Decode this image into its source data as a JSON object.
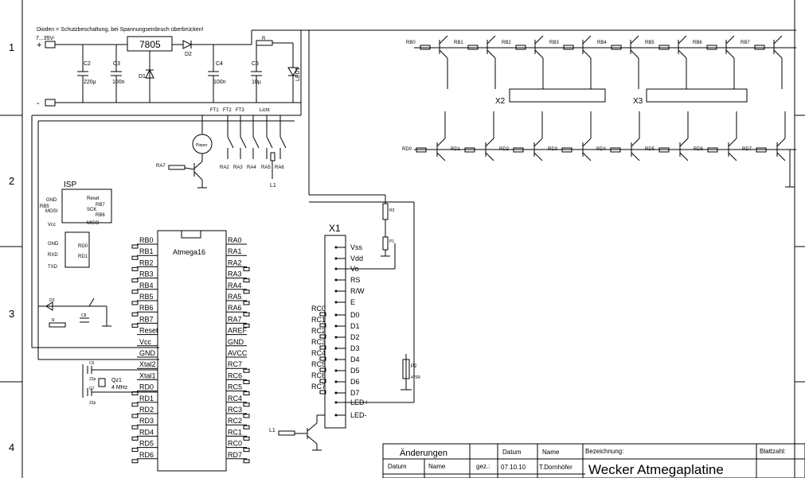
{
  "note": "Dioden = Schutzbeschaltung, bei Spannungseinbruch überbrücken!",
  "rows": [
    "1",
    "2",
    "3",
    "4"
  ],
  "power": {
    "vin": "7...35V-",
    "plus": "+",
    "minus": "-",
    "regulator": "7805",
    "d1": "D1",
    "d2": "D2",
    "c2": "C2",
    "c2v": "220µ",
    "c3": "C3",
    "c3v": "100n",
    "c4": "C4",
    "c4v": "100n",
    "c5": "C5",
    "c5v": "10µ",
    "r": "R",
    "led1": "LED1"
  },
  "switches": {
    "ft": [
      "FT1",
      "FT2",
      "FT3"
    ],
    "licht": "Licht",
    "ra": [
      "RA2",
      "RA3",
      "RA4",
      "RA5",
      "RA6"
    ],
    "ra7": "RA7",
    "l1": "L1",
    "pieper": "Pieper"
  },
  "isp": {
    "title": "ISP",
    "pins": [
      "GND",
      "RB5",
      "MOSI",
      "Vcc",
      "Reset",
      "SCK",
      "RB7",
      "RB6",
      "MISO"
    ]
  },
  "serial": {
    "pins": [
      "GND",
      "RXD",
      "TXD",
      "RD0",
      "RD1"
    ]
  },
  "reset": {
    "c": "C8",
    "r": "R",
    "d": "D3"
  },
  "mcu": {
    "name": "Atmega16",
    "left": [
      "RB0",
      "RB1",
      "RB2",
      "RB3",
      "RB4",
      "RB5",
      "RB6",
      "RB7",
      "Reset",
      "Vcc",
      "GND",
      "Xtal2",
      "Xtal1",
      "RD0",
      "RD1",
      "RD2",
      "RD3",
      "RD4",
      "RD5",
      "RD6"
    ],
    "right": [
      "RA0",
      "RA1",
      "RA2",
      "RA3",
      "RA4",
      "RA5",
      "RA6",
      "RA7",
      "AREF",
      "GND",
      "AVCC",
      "RC7",
      "RC6",
      "RC5",
      "RC4",
      "RC3",
      "RC2",
      "RC1",
      "RC0",
      "RD7"
    ]
  },
  "crystal": {
    "name": "Qz1",
    "freq": "4 MHz",
    "c6": "C6",
    "c7": "C7",
    "cv": "22p"
  },
  "lcd": {
    "name": "X1",
    "pins": [
      "Vss",
      "Vdd",
      "Vo",
      "RS",
      "R/W",
      "E",
      "D0",
      "D1",
      "D2",
      "D3",
      "D4",
      "D5",
      "D6",
      "D7",
      "LED+",
      "LED-"
    ],
    "rc": [
      "RC0",
      "RC1",
      "RC2",
      "RC3",
      "RC4",
      "RC5",
      "RC6",
      "RC7"
    ],
    "p1": "P1",
    "r3": "R3",
    "p2": "P2",
    "p2v": "470R",
    "l1": "L1"
  },
  "top_row": {
    "rb": [
      "RB0",
      "RB1",
      "RB2",
      "RB3",
      "RB4",
      "RB5",
      "RB6",
      "RB7"
    ]
  },
  "bottom_row": {
    "rd": [
      "RD0",
      "RD1",
      "RD2",
      "RD3",
      "RD4",
      "RD5",
      "RD6",
      "RD7"
    ]
  },
  "connectors": {
    "x2": "X2",
    "x3": "X3"
  },
  "titleblock": {
    "changes": "Änderungen",
    "datum": "Datum",
    "name": "Name",
    "datum2": "Datum",
    "name2": "Name",
    "gez": "gez.:",
    "date": "07.10.10",
    "author": "T.Dornhöfer",
    "bezeichnung": "Bezeichnung:",
    "title": "Wecker Atmegaplatine",
    "blatt": "Blattzahl:"
  }
}
